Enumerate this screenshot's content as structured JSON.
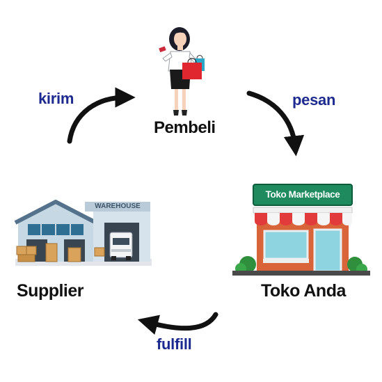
{
  "colors": {
    "edge_label": "#1d2a8f",
    "node_label": "#111111",
    "arrow": "#111111",
    "store_sign_bg": "#1e8a5e",
    "store_awning_red": "#e23b3b",
    "store_wall": "#d9643a",
    "warehouse_wall": "#b9cfe0",
    "warehouse_roof": "#5e7c95"
  },
  "nodes": {
    "buyer": {
      "label": "Pembeli",
      "icon": "woman-shopper-icon"
    },
    "store": {
      "label": "Toko Anda",
      "icon": "storefront-icon",
      "sign_text": "Toko Marketplace"
    },
    "supplier": {
      "label": "Supplier",
      "icon": "warehouse-icon",
      "sign_text": "WAREHOUSE"
    }
  },
  "edges": {
    "order": {
      "label": "pesan",
      "from": "Pembeli",
      "to": "Toko Anda"
    },
    "fulfill": {
      "label": "fulfill",
      "from": "Toko Anda",
      "to": "Supplier"
    },
    "ship": {
      "label": "kirim",
      "from": "Supplier",
      "to": "Pembeli"
    }
  }
}
